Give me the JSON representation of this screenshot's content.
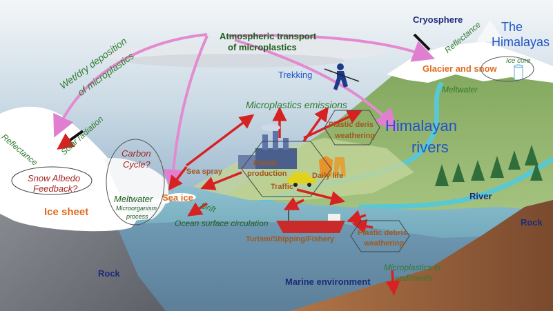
{
  "colors": {
    "sky_top": "#e8eef2",
    "sky_bottom": "#6b96b8",
    "ocean": "#6aa3b8",
    "mountain_green": "#93b56a",
    "rock_brown": "#8a5a3a",
    "arrow_pink": "#e38ad0",
    "arrow_red": "#d62222",
    "river_cyan": "#5ac8d2",
    "ship_red": "#c92b2b"
  },
  "labels": {
    "atmospheric_transport_line1": "Atmospheric transport",
    "atmospheric_transport_line2": "of microplastics",
    "cryosphere": "Cryosphere",
    "himalayas_line1": "The",
    "himalayas_line2": "Himalayas",
    "reflectance_top": "Reflectance",
    "glacier_and_snow": "Glacier and snow",
    "ice_core": "Ice core",
    "meltwater_top": "Meltwater",
    "wet_dry_line1": "Wet/dry deposition",
    "wet_dry_line2": "of microplastics",
    "trekking": "Trekking",
    "microplastics_emissions": "Microplastics emissions",
    "plastic_debris_weathering_top_line1": "Plastic deris",
    "plastic_debris_weathering_top_line2": "weathering",
    "himalayan_rivers_line1": "Himalayan",
    "himalayan_rivers_line2": "rivers",
    "reflectance_left": "Reflectance",
    "solar_radiation": "Solar radiation",
    "carbon_cycle_line1": "Carbon",
    "carbon_cycle_line2": "Cycle?",
    "snow_albedo_line1": "Snow Albedo",
    "snow_albedo_line2": "Feedback?",
    "ice_sheet": "Ice sheet",
    "meltwater_left": "Meltwater",
    "microorganism_line1": "Microorganism",
    "microorganism_line2": "process",
    "sea_ice": "Sea ice",
    "sea_spray": "Sea spray",
    "plastic_production_line1": "Plastic",
    "plastic_production_line2": "production",
    "daily_life": "Daily life",
    "traffic": "Traffic",
    "drift": "Drift",
    "ocean_surface_circulation": "Ocean surface circulation",
    "river": "River",
    "rock_right": "Rock",
    "turism_shipping_fishery": "Turism/Shipping/Fishery",
    "plastic_debris_weathering_bottom_line1": "Plastic debris",
    "plastic_debris_weathering_bottom_line2": "weathering",
    "rock_left": "Rock",
    "marine_environment": "Marine environment",
    "microplastics_sediments_line1": "Microplastics in",
    "microplastics_sediments_line2": "sediments"
  },
  "icons": {
    "trekker": "hiker-icon",
    "factory": "factory-icon",
    "car": "car-icon",
    "clothes": "clothes-icon",
    "ship": "ship-icon",
    "sun_arrow": "solar-arrow-icon",
    "trees": "conifer-tree-icon"
  }
}
